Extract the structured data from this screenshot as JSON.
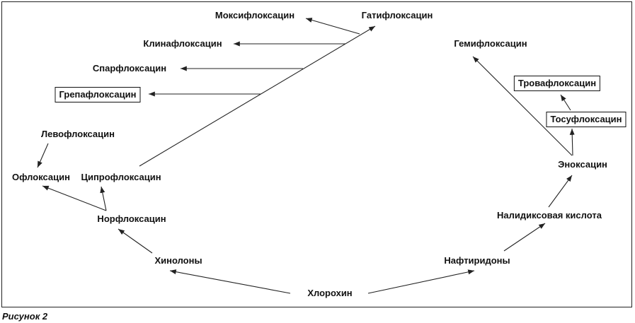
{
  "caption": "Рисунок 2",
  "nodes": {
    "moxifloxacin": "Моксифлоксацин",
    "gatifloxacin": "Гатифлоксацин",
    "clinafloxacin": "Клинафлоксацин",
    "sparfloxacin": "Спарфлоксацин",
    "grepafloxacin": "Грепафлоксацин",
    "levofloxacin": "Левофлоксацин",
    "ofloxacin": "Офлоксацин",
    "ciprofloxacin": "Ципрофлоксацин",
    "norfloxacin": "Норфлоксацин",
    "quinolones": "Хинолоны",
    "chloroquine": "Хлорохин",
    "naphthyridones": "Нафтиридоны",
    "nalidixic_acid": "Налидиксовая кислота",
    "enoxacin": "Эноксацин",
    "tosufloxacin": "Тосуфлоксацин",
    "trovafloxacin": "Тровафлоксацин",
    "gemifloxacin": "Гемифлоксацин"
  },
  "boxed_nodes": [
    "grepafloxacin",
    "tosufloxacin",
    "trovafloxacin"
  ],
  "colors": {
    "line": "#222222",
    "text": "#111111"
  }
}
